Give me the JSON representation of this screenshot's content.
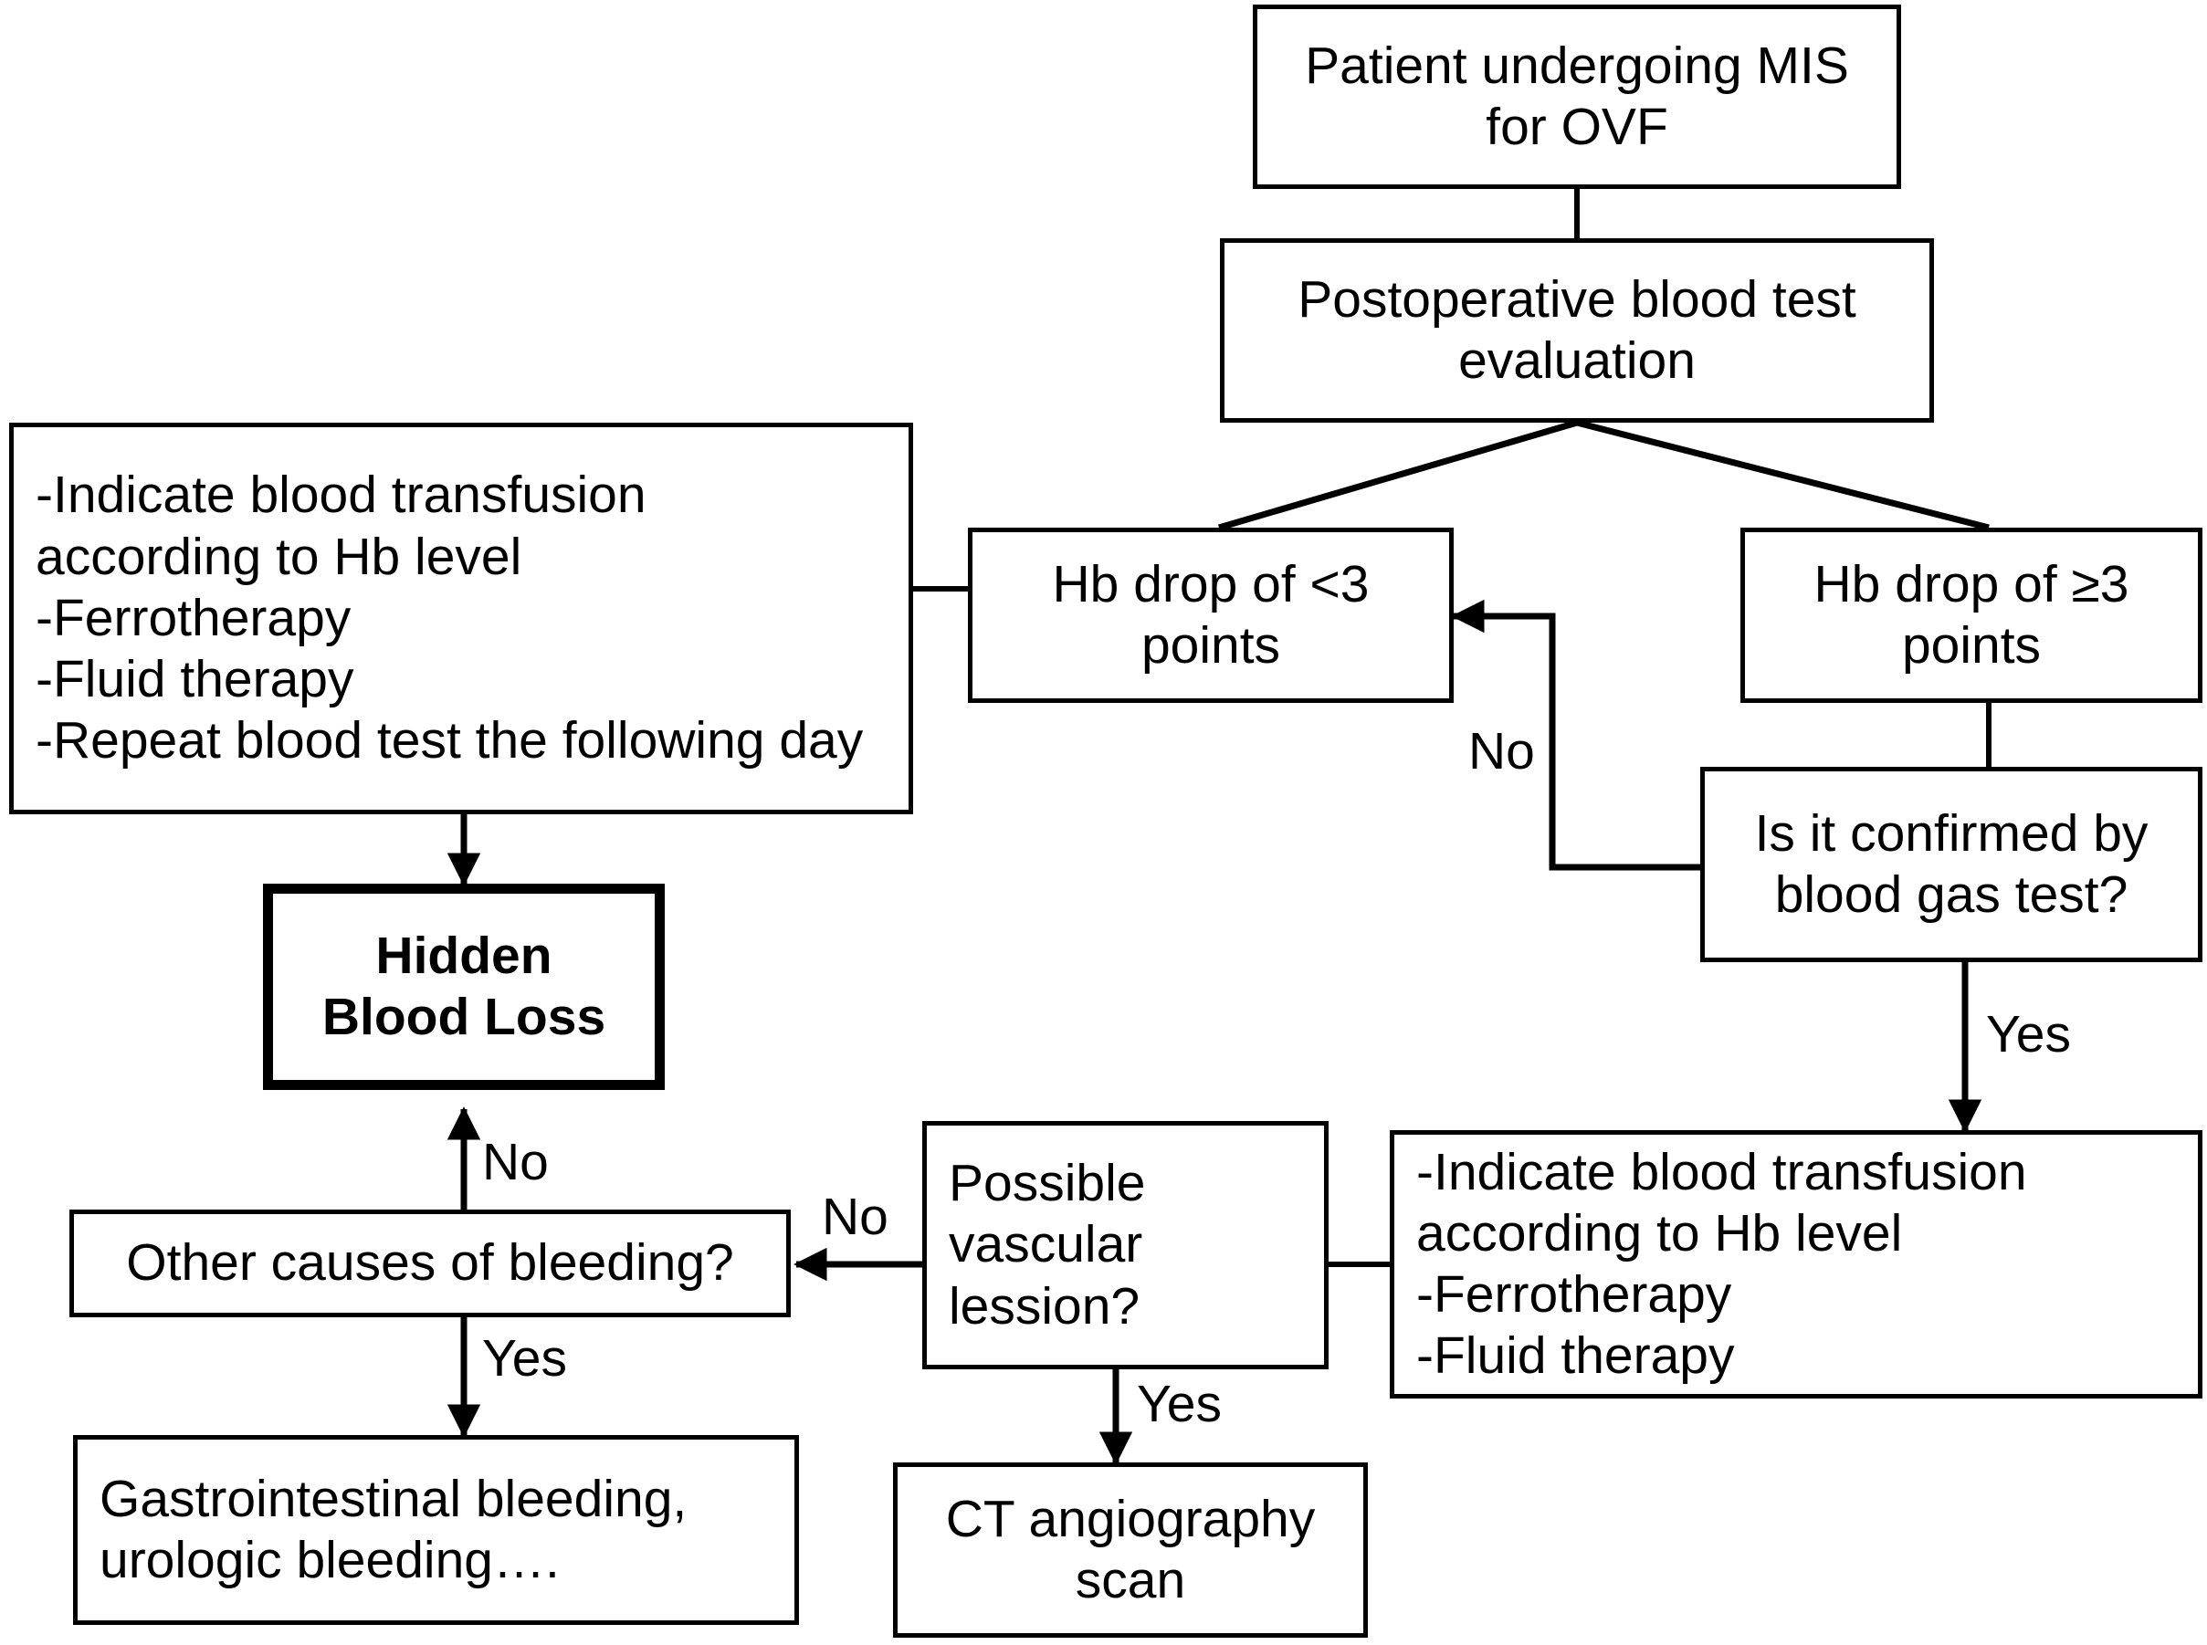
{
  "diagram": {
    "title": "Hidden blood loss management flowchart after MIS for OVF",
    "line_color": "#000000",
    "background_color": "#ffffff",
    "text_color": "#000000",
    "nodes": [
      {
        "id": "patient-mis",
        "label": "Patient undergoing MIS\nfor OVF"
      },
      {
        "id": "postop-blood-test",
        "label": "Postoperative blood test\nevaluation"
      },
      {
        "id": "hb-drop-lt3",
        "label": "Hb drop of <3\npoints"
      },
      {
        "id": "hb-drop-ge3",
        "label": "Hb drop of ≥3\npoints"
      },
      {
        "id": "blood-gas-confirm",
        "label": "Is it confirmed by\nblood gas test?"
      },
      {
        "id": "treatment-left",
        "label": "-Indicate blood transfusion\naccording to Hb level\n-Ferrotherapy\n-Fluid therapy\n-Repeat blood test the following day"
      },
      {
        "id": "treatment-right",
        "label": "-Indicate blood transfusion\naccording to Hb level\n-Ferrotherapy\n-Fluid therapy"
      },
      {
        "id": "hidden-blood-loss",
        "label": "Hidden\nBlood Loss"
      },
      {
        "id": "other-causes",
        "label": "Other causes of bleeding?"
      },
      {
        "id": "gi-urologic-bleeding",
        "label": "Gastrointestinal bleeding,\nurologic bleeding…."
      },
      {
        "id": "vascular-lesion",
        "label": "Possible\nvascular\nlession?"
      },
      {
        "id": "ct-angiography",
        "label": "CT angiography\nscan"
      }
    ],
    "edge_labels": [
      {
        "id": "no-bloodgas",
        "label": "No"
      },
      {
        "id": "yes-bloodgas",
        "label": "Yes"
      },
      {
        "id": "no-other-causes",
        "label": "No"
      },
      {
        "id": "yes-other-causes",
        "label": "Yes"
      },
      {
        "id": "no-vascular",
        "label": "No"
      },
      {
        "id": "yes-vascular",
        "label": "Yes"
      }
    ]
  }
}
